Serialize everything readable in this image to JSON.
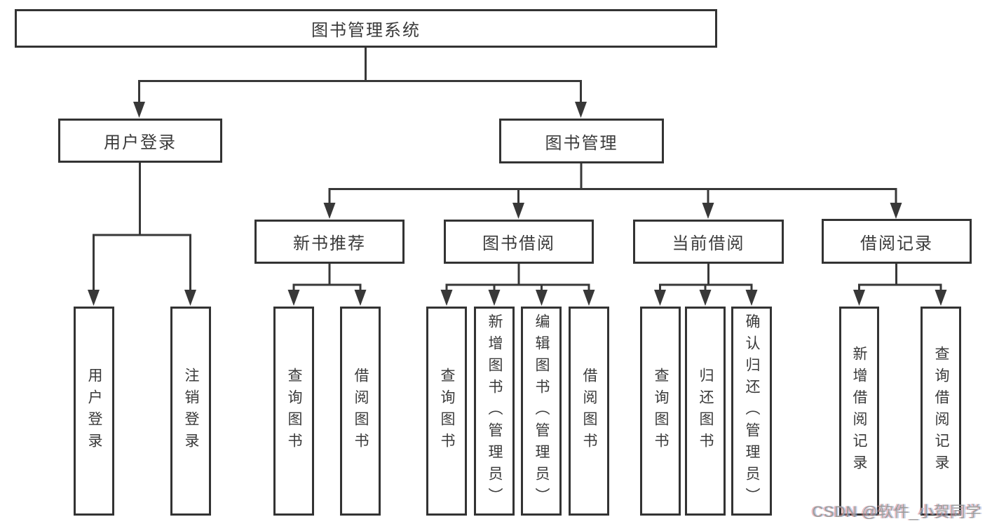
{
  "tree": {
    "label": "图书管理系统",
    "children": [
      {
        "label": "用户登录",
        "children": [
          {
            "label": "用户登录"
          },
          {
            "label": "注销登录"
          }
        ]
      },
      {
        "label": "图书管理",
        "children": [
          {
            "label": "新书推荐",
            "children": [
              {
                "label": "查询图书"
              },
              {
                "label": "借阅图书"
              }
            ]
          },
          {
            "label": "图书借阅",
            "children": [
              {
                "label": "查询图书"
              },
              {
                "label": "新增图书（管理员）"
              },
              {
                "label": "编辑图书（管理员）"
              },
              {
                "label": "借阅图书"
              }
            ]
          },
          {
            "label": "当前借阅",
            "children": [
              {
                "label": "查询图书"
              },
              {
                "label": "归还图书"
              },
              {
                "label": "确认归还（管理员）"
              }
            ]
          },
          {
            "label": "借阅记录",
            "children": [
              {
                "label": "新增借阅记录"
              },
              {
                "label": "查询借阅记录"
              }
            ]
          }
        ]
      }
    ]
  },
  "watermark": {
    "text": "CSDN @软件_小贺同学"
  },
  "colors": {
    "line": "#383838",
    "box_border": "#333333",
    "text": "#3a3a3a",
    "watermark": "#9c9c9c",
    "background": "#ffffff"
  }
}
